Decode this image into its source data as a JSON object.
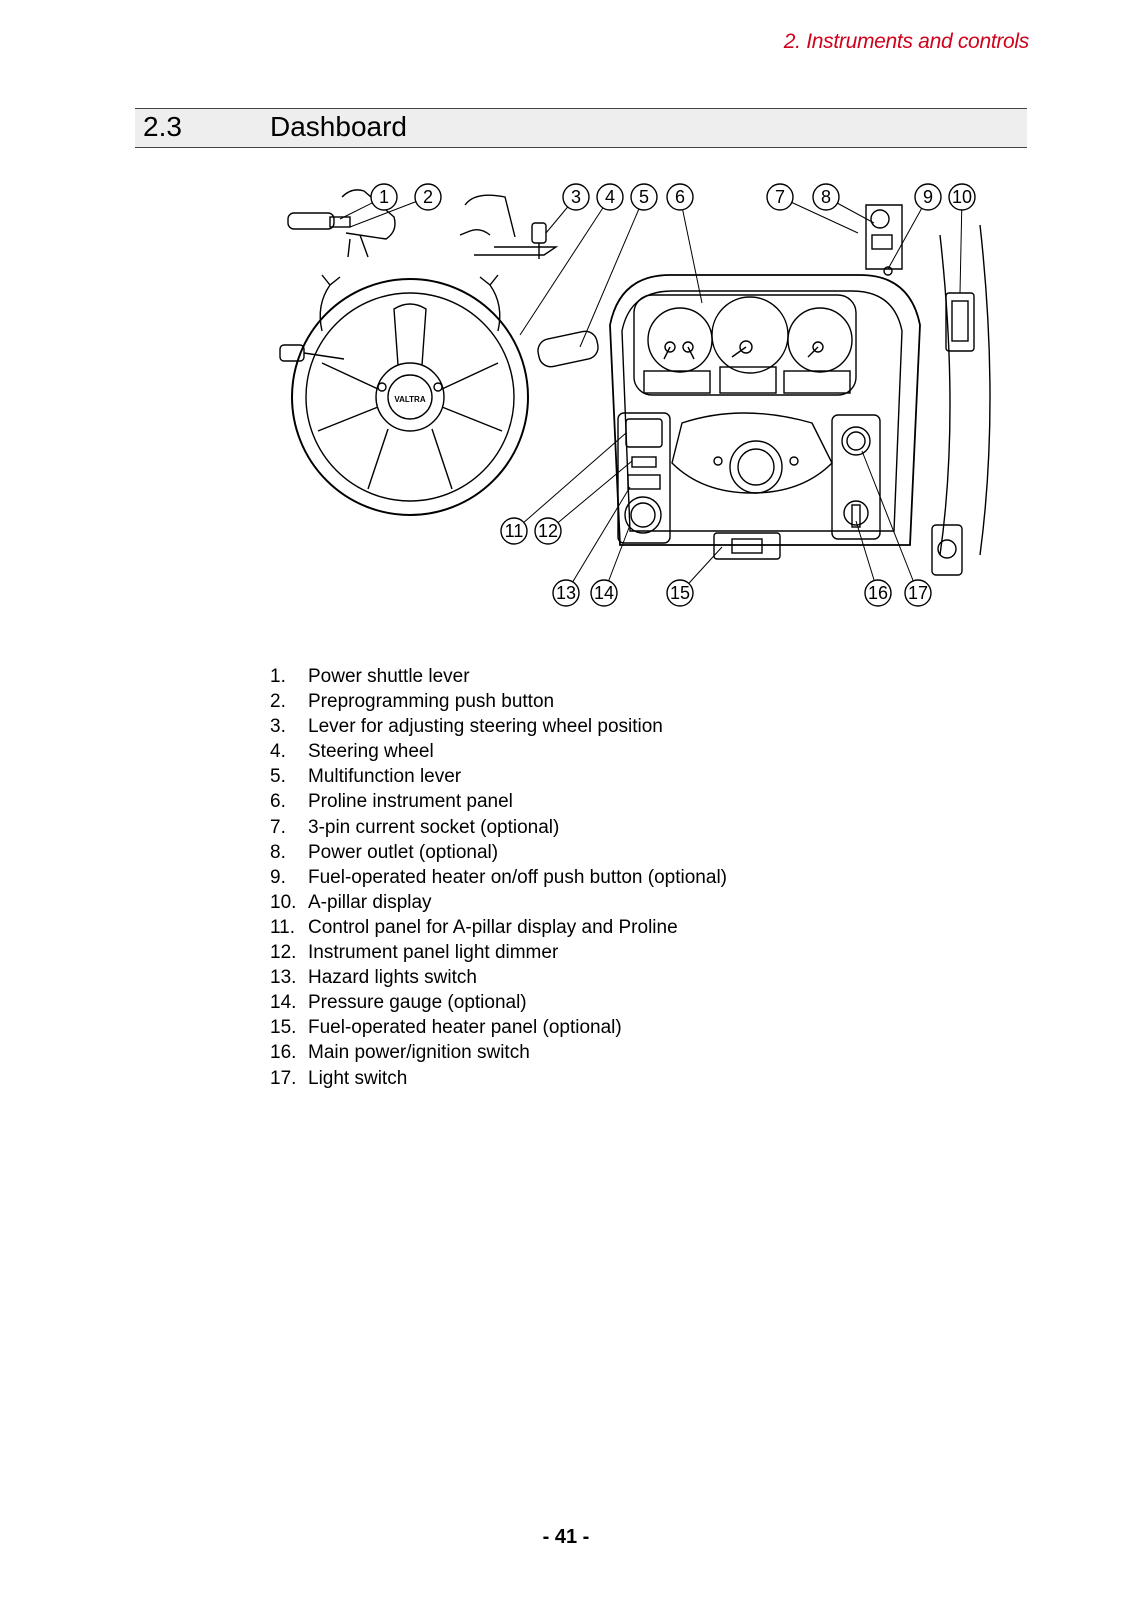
{
  "header": {
    "chapter": "2. Instruments and controls"
  },
  "section": {
    "number": "2.3",
    "title": "Dashboard"
  },
  "figure": {
    "callouts": [
      "1",
      "2",
      "3",
      "4",
      "5",
      "6",
      "7",
      "8",
      "9",
      "10",
      "11",
      "12",
      "13",
      "14",
      "15",
      "16",
      "17"
    ],
    "logo_text": "VALTRA"
  },
  "legend": [
    {
      "num": "1.",
      "text": "Power shuttle lever"
    },
    {
      "num": "2.",
      "text": "Preprogramming push button"
    },
    {
      "num": "3.",
      "text": "Lever for adjusting steering wheel position"
    },
    {
      "num": "4.",
      "text": "Steering wheel"
    },
    {
      "num": "5.",
      "text": "Multifunction lever"
    },
    {
      "num": "6.",
      "text": "Proline instrument panel"
    },
    {
      "num": "7.",
      "text": "3-pin current socket (optional)"
    },
    {
      "num": "8.",
      "text": "Power outlet (optional)"
    },
    {
      "num": "9.",
      "text": "Fuel-operated heater on/off push button (optional)"
    },
    {
      "num": "10.",
      "text": "A-pillar display"
    },
    {
      "num": "11.",
      "text": "Control panel for A-pillar display and Proline"
    },
    {
      "num": "12.",
      "text": "Instrument panel light dimmer"
    },
    {
      "num": "13.",
      "text": "Hazard lights switch"
    },
    {
      "num": "14.",
      "text": "Pressure gauge (optional)"
    },
    {
      "num": "15.",
      "text": "Fuel-operated heater panel (optional)"
    },
    {
      "num": "16.",
      "text": "Main power/ignition switch"
    },
    {
      "num": "17.",
      "text": "Light switch"
    }
  ],
  "footer": {
    "page_number": "- 41 -"
  }
}
